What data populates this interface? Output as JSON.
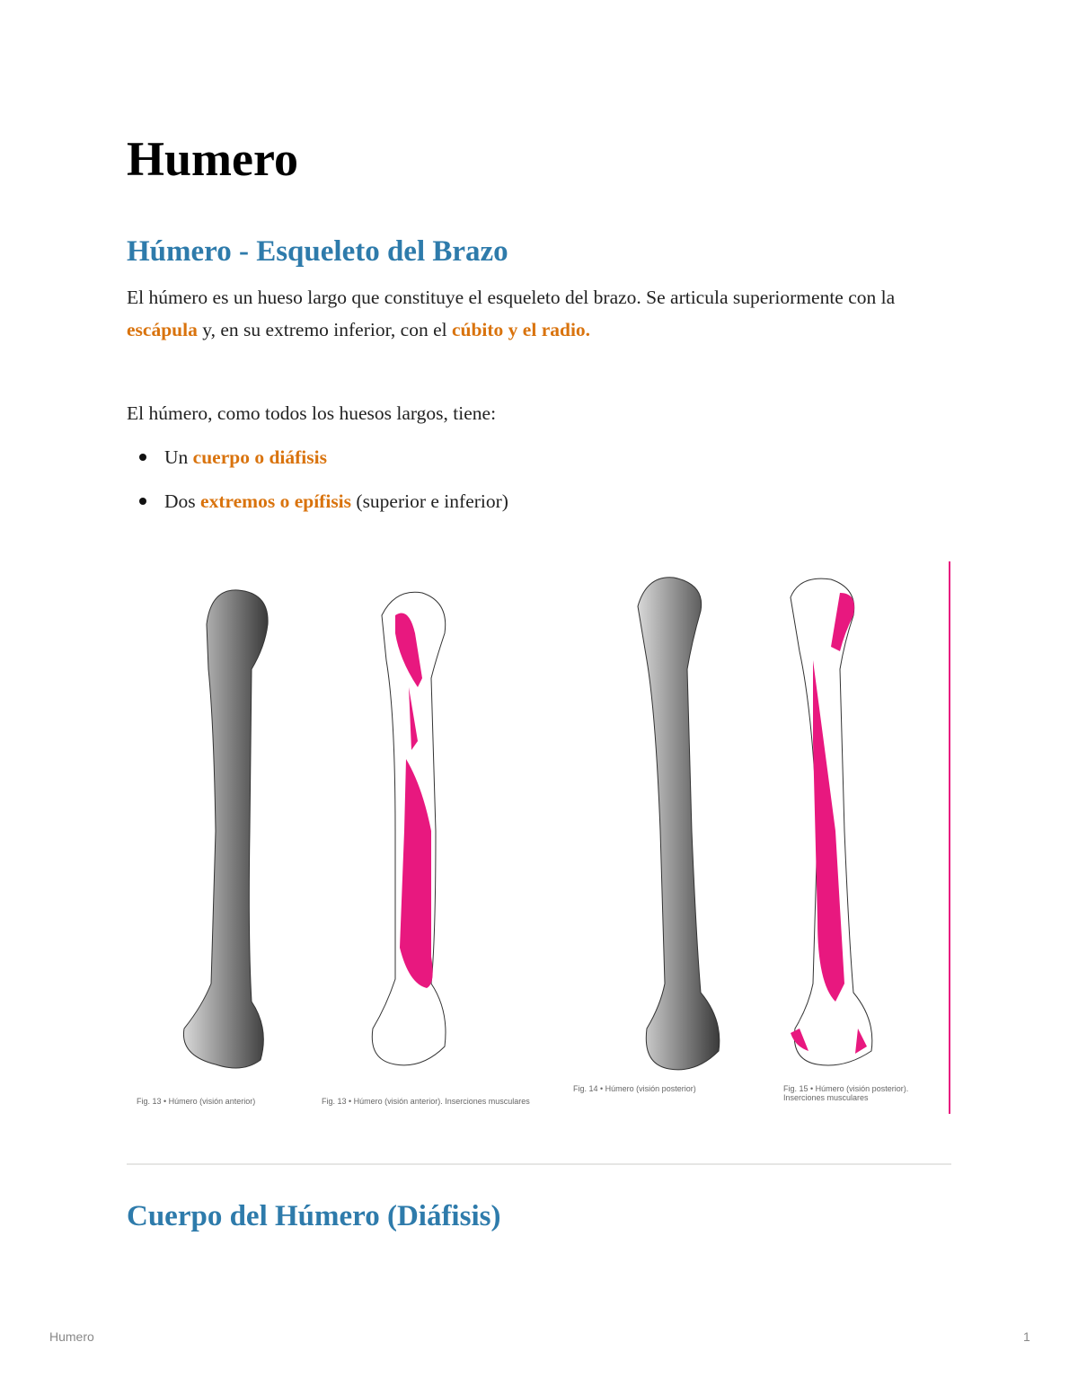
{
  "title": "Humero",
  "section1": {
    "heading": "Húmero - Esqueleto del Brazo",
    "para1": {
      "t1": "El húmero es un hueso largo que constituye el esqueleto del brazo. Se articula superiormente con la ",
      "h1": "escápula",
      "t2": " y, en su extremo inferior, con el ",
      "h2": "cúbito y el radio."
    },
    "para2": "El húmero, como todos los huesos largos, tiene:",
    "bullets": [
      {
        "pre": "Un ",
        "hl": "cuerpo o diáfisis",
        "post": ""
      },
      {
        "pre": "Dos ",
        "hl": "extremos o epífisis",
        "post": " (superior e inferior)"
      }
    ]
  },
  "figure": {
    "captions": [
      "Fig. 13 • Húmero (visión anterior)",
      "Fig. 13 • Húmero (visión anterior). Inserciones musculares",
      "Fig. 14 • Húmero (visión posterior)",
      "Fig. 15 • Húmero (visión posterior). Inserciones musculares"
    ],
    "colors": {
      "muscle": "#e8187f",
      "bone": "#9a9a9a"
    }
  },
  "section2": {
    "heading": "Cuerpo del Húmero (Diáfisis)"
  },
  "footer": {
    "title": "Humero",
    "page": "1"
  }
}
